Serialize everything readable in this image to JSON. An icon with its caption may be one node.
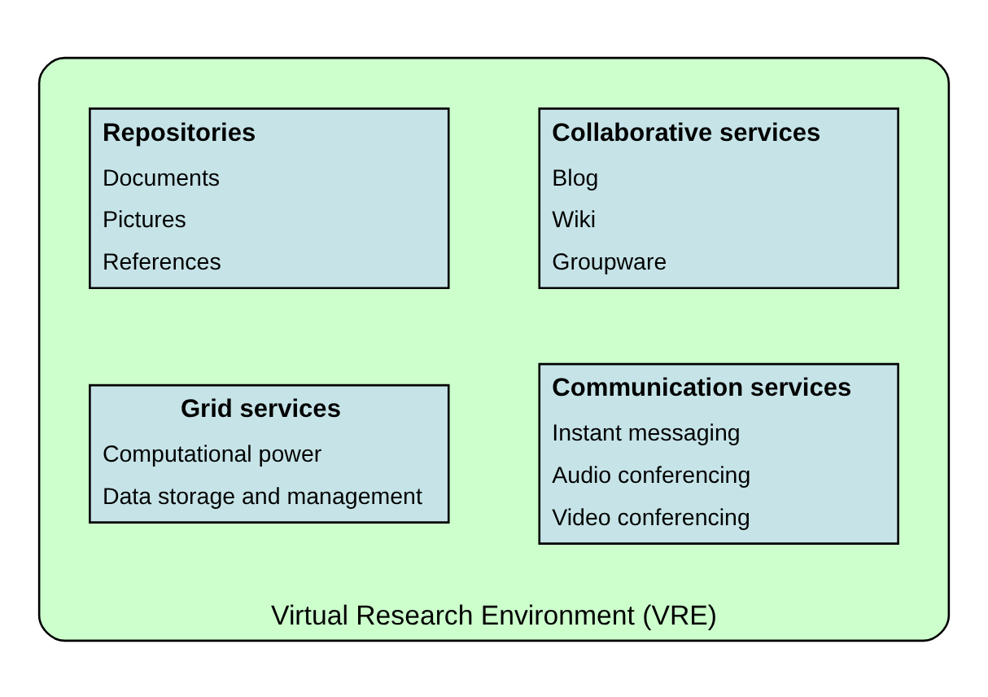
{
  "diagram": {
    "nodes": [
      {
        "text": [
          "Virtual Research Environment (VRE)"
        ]
      },
      {
        "text": [
          "Collaborative services",
          "Blog",
          "Wiki",
          "Groupware"
        ],
        "in": 0
      },
      {
        "text": [
          "Repositories",
          "Documents",
          "Pictures",
          "References"
        ],
        "in": 0
      },
      {
        "text": [
          "Communication services",
          "Instant messaging",
          "Audio conferencing",
          "Video conferencing"
        ],
        "in": 0
      },
      {
        "text": [
          "Grid services",
          "Computational power",
          "Data storage and management"
        ],
        "in": 0
      }
    ]
  }
}
